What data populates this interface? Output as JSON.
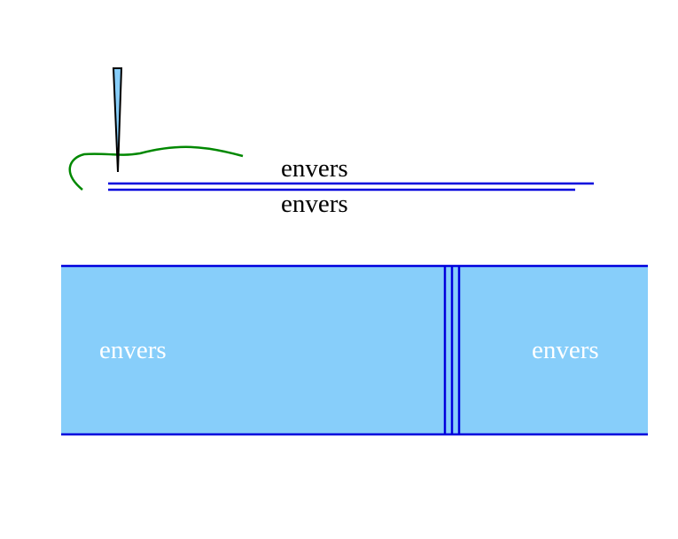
{
  "labels": {
    "top_upper": "envers",
    "top_lower": "envers",
    "panel_left": "envers",
    "panel_right": "envers"
  },
  "colors": {
    "fabric_line": "#0000dd",
    "panel_fill": "#87cefa",
    "thread": "#008800",
    "needle_fill": "#87cefa",
    "needle_outline": "#000000",
    "panel_text": "#ffffff",
    "text": "#000000"
  },
  "icons": {
    "needle": "sewing-needle-icon",
    "thread": "thread-icon"
  }
}
